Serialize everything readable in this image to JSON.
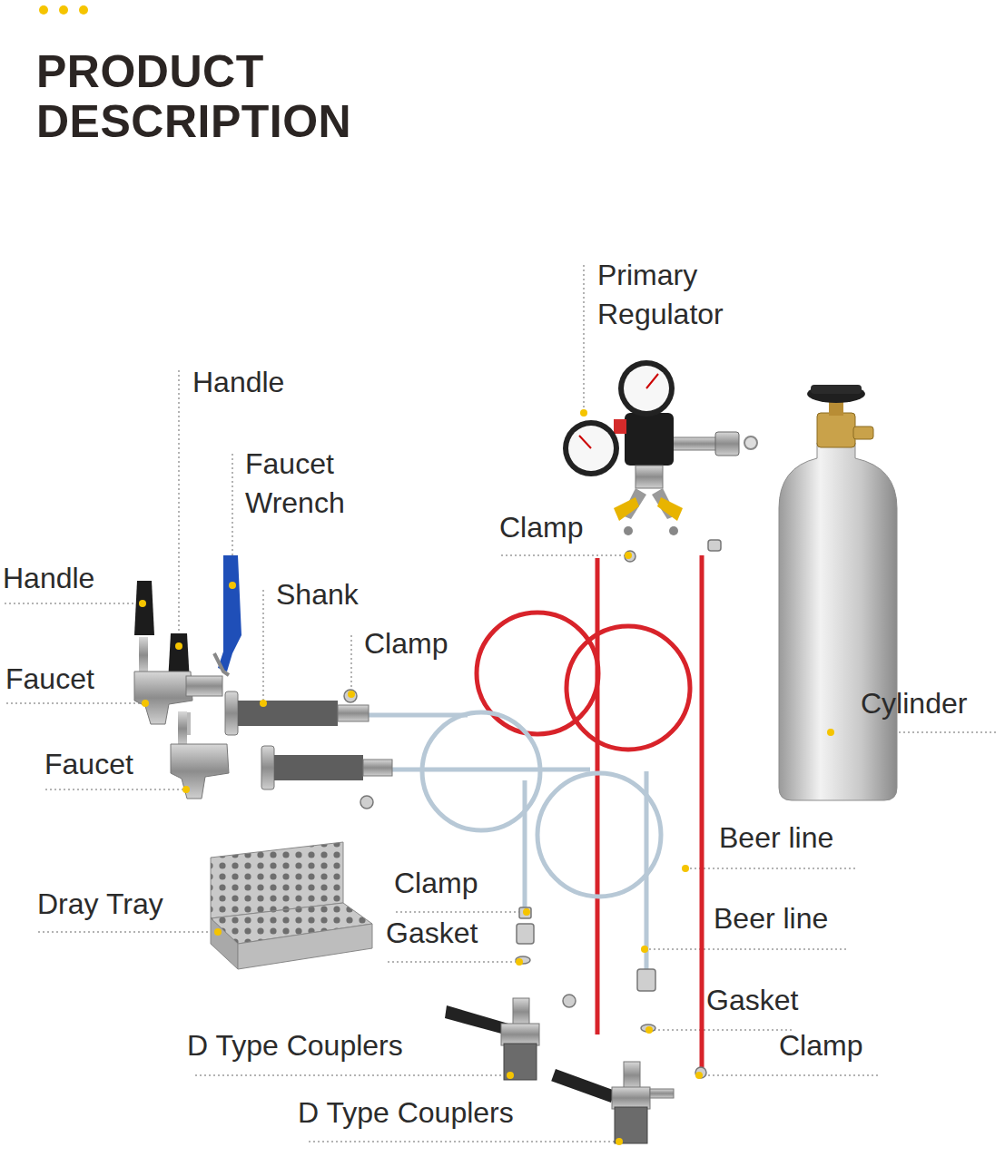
{
  "diagram": {
    "title": "PRODUCT DESCRIPTION",
    "labels": [
      "Primary Regulator",
      "Handle",
      "Faucet Wrench",
      "Clamp",
      "Handle",
      "Shank",
      "Clamp",
      "Faucet",
      "Cylinder",
      "Faucet",
      "Beer line",
      "Clamp",
      "Dray Tray",
      "Beer line",
      "Gasket",
      "Gasket",
      "D Type Couplers",
      "Clamp",
      "D Type Couplers"
    ]
  }
}
